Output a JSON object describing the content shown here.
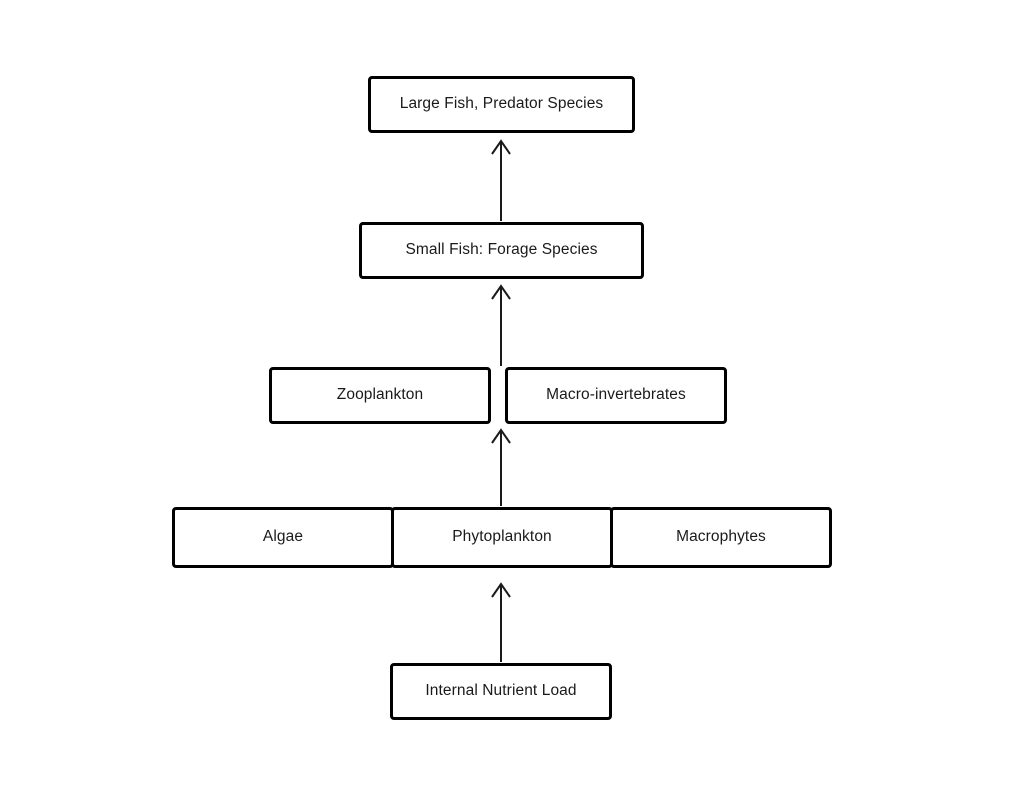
{
  "diagram": {
    "type": "food-web-pyramid",
    "background_color": "#ffffff",
    "border_color": "#000000",
    "text_color": "#1a1a1a",
    "arrow_color": "#1a1a1a",
    "levels": [
      {
        "level": 1,
        "name": "top-predators",
        "nodes": [
          {
            "id": "large-fish",
            "label": "Large Fish, Predator Species"
          }
        ]
      },
      {
        "level": 2,
        "name": "forage-fish",
        "nodes": [
          {
            "id": "small-fish",
            "label": "Small Fish: Forage Species"
          }
        ]
      },
      {
        "level": 3,
        "name": "secondary-consumers",
        "nodes": [
          {
            "id": "zooplankton",
            "label": "Zooplankton"
          },
          {
            "id": "macro-invertebrates",
            "label": "Macro-invertebrates"
          }
        ]
      },
      {
        "level": 4,
        "name": "primary-producers",
        "nodes": [
          {
            "id": "algae",
            "label": "Algae"
          },
          {
            "id": "phytoplankton",
            "label": "Phytoplankton"
          },
          {
            "id": "macrophytes",
            "label": "Macrophytes"
          }
        ]
      },
      {
        "level": 5,
        "name": "nutrient-source",
        "nodes": [
          {
            "id": "internal-nutrient-load",
            "label": "Internal Nutrient Load"
          }
        ]
      }
    ],
    "arrows": [
      {
        "id": "arrow-nutrients-to-producers",
        "from": "internal-nutrient-load",
        "to": "primary-producers",
        "direction": "up"
      },
      {
        "id": "arrow-producers-to-consumers",
        "from": "primary-producers",
        "to": "secondary-consumers",
        "direction": "up"
      },
      {
        "id": "arrow-consumers-to-forage-fish",
        "from": "secondary-consumers",
        "to": "small-fish",
        "direction": "up"
      },
      {
        "id": "arrow-forage-fish-to-predators",
        "from": "small-fish",
        "to": "large-fish",
        "direction": "up"
      }
    ]
  }
}
